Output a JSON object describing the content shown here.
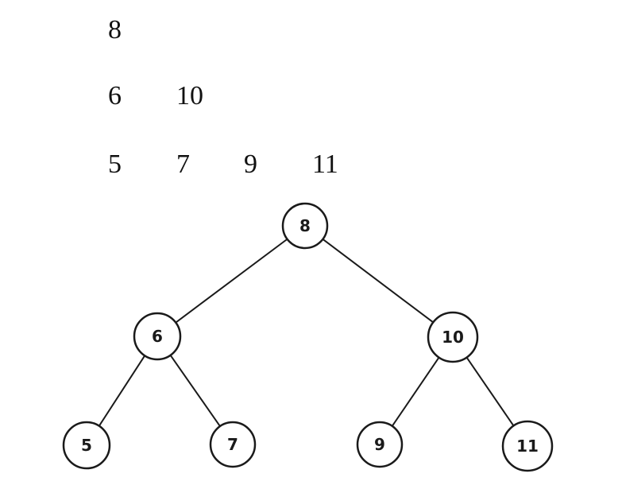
{
  "levels": [
    [
      "8"
    ],
    [
      "6",
      "10"
    ],
    [
      "5",
      "7",
      "9",
      "11"
    ]
  ],
  "tree": {
    "nodes": [
      {
        "id": "n8",
        "label": "8"
      },
      {
        "id": "n6",
        "label": "6"
      },
      {
        "id": "n10",
        "label": "10"
      },
      {
        "id": "n5",
        "label": "5"
      },
      {
        "id": "n7",
        "label": "7"
      },
      {
        "id": "n9",
        "label": "9"
      },
      {
        "id": "n11",
        "label": "11"
      }
    ],
    "edges": [
      [
        "n8",
        "n6"
      ],
      [
        "n8",
        "n10"
      ],
      [
        "n6",
        "n5"
      ],
      [
        "n6",
        "n7"
      ],
      [
        "n10",
        "n9"
      ],
      [
        "n10",
        "n11"
      ]
    ]
  }
}
